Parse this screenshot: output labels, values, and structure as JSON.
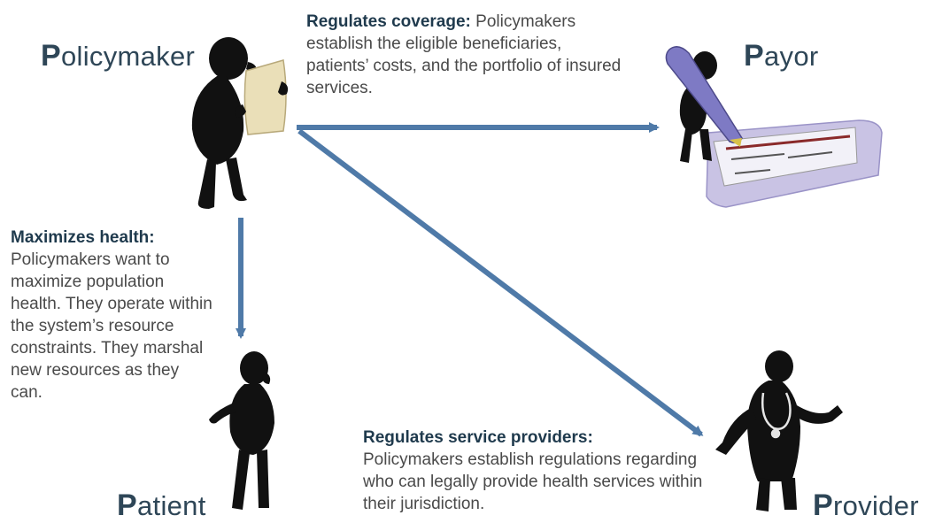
{
  "actors": {
    "policymaker": {
      "initial": "P",
      "rest": "olicymaker"
    },
    "payor": {
      "initial": "P",
      "rest": "ayor"
    },
    "patient": {
      "initial": "P",
      "rest": "atient"
    },
    "provider": {
      "initial": "P",
      "rest": "rovider"
    }
  },
  "callouts": {
    "coverage": {
      "heading": "Regulates coverage:",
      "body": "Policymakers establish the eligible beneficiaries, patients’ costs, and the portfolio of insured services."
    },
    "health": {
      "heading": "Maximizes health:",
      "body": "Policymakers want to maximize population health. They operate within the system’s resource constraints. They marshal new resources as they can."
    },
    "providers": {
      "heading": "Regulates service providers:",
      "body": "Policymakers establish regulations regarding who can legally provide health services within their jurisdiction."
    }
  },
  "colors": {
    "arrow": "#4f7aa8",
    "figure": "#111111",
    "label": "#2e4657"
  },
  "icons": {
    "policymaker": "person-holding-document-icon",
    "payor": "person-with-giant-pen-signing-check-icon",
    "patient": "person-standing-icon",
    "provider": "doctor-with-stethoscope-icon"
  }
}
